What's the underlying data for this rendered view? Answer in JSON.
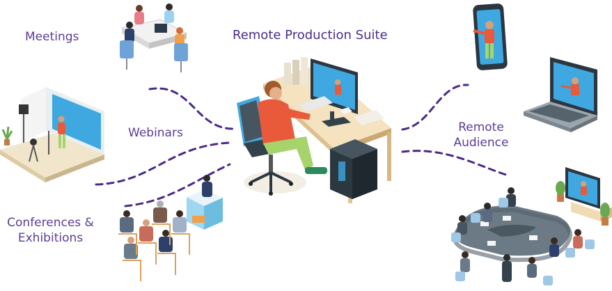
{
  "title": "Remote Production Suite",
  "labels": {
    "meetings": "Meetings",
    "webinars": "Webinars",
    "conferences_line1": "Conferences &",
    "conferences_line2": "Exhibitions",
    "remote_line1": "Remote",
    "remote_line2": "Audience"
  },
  "colors": {
    "label_purple": "#5b3b97",
    "dash_purple": "#4b2a86",
    "screen_blue": "#3fa8e0",
    "desk_wood": "#eed9b0",
    "person_red": "#e95a3b"
  }
}
